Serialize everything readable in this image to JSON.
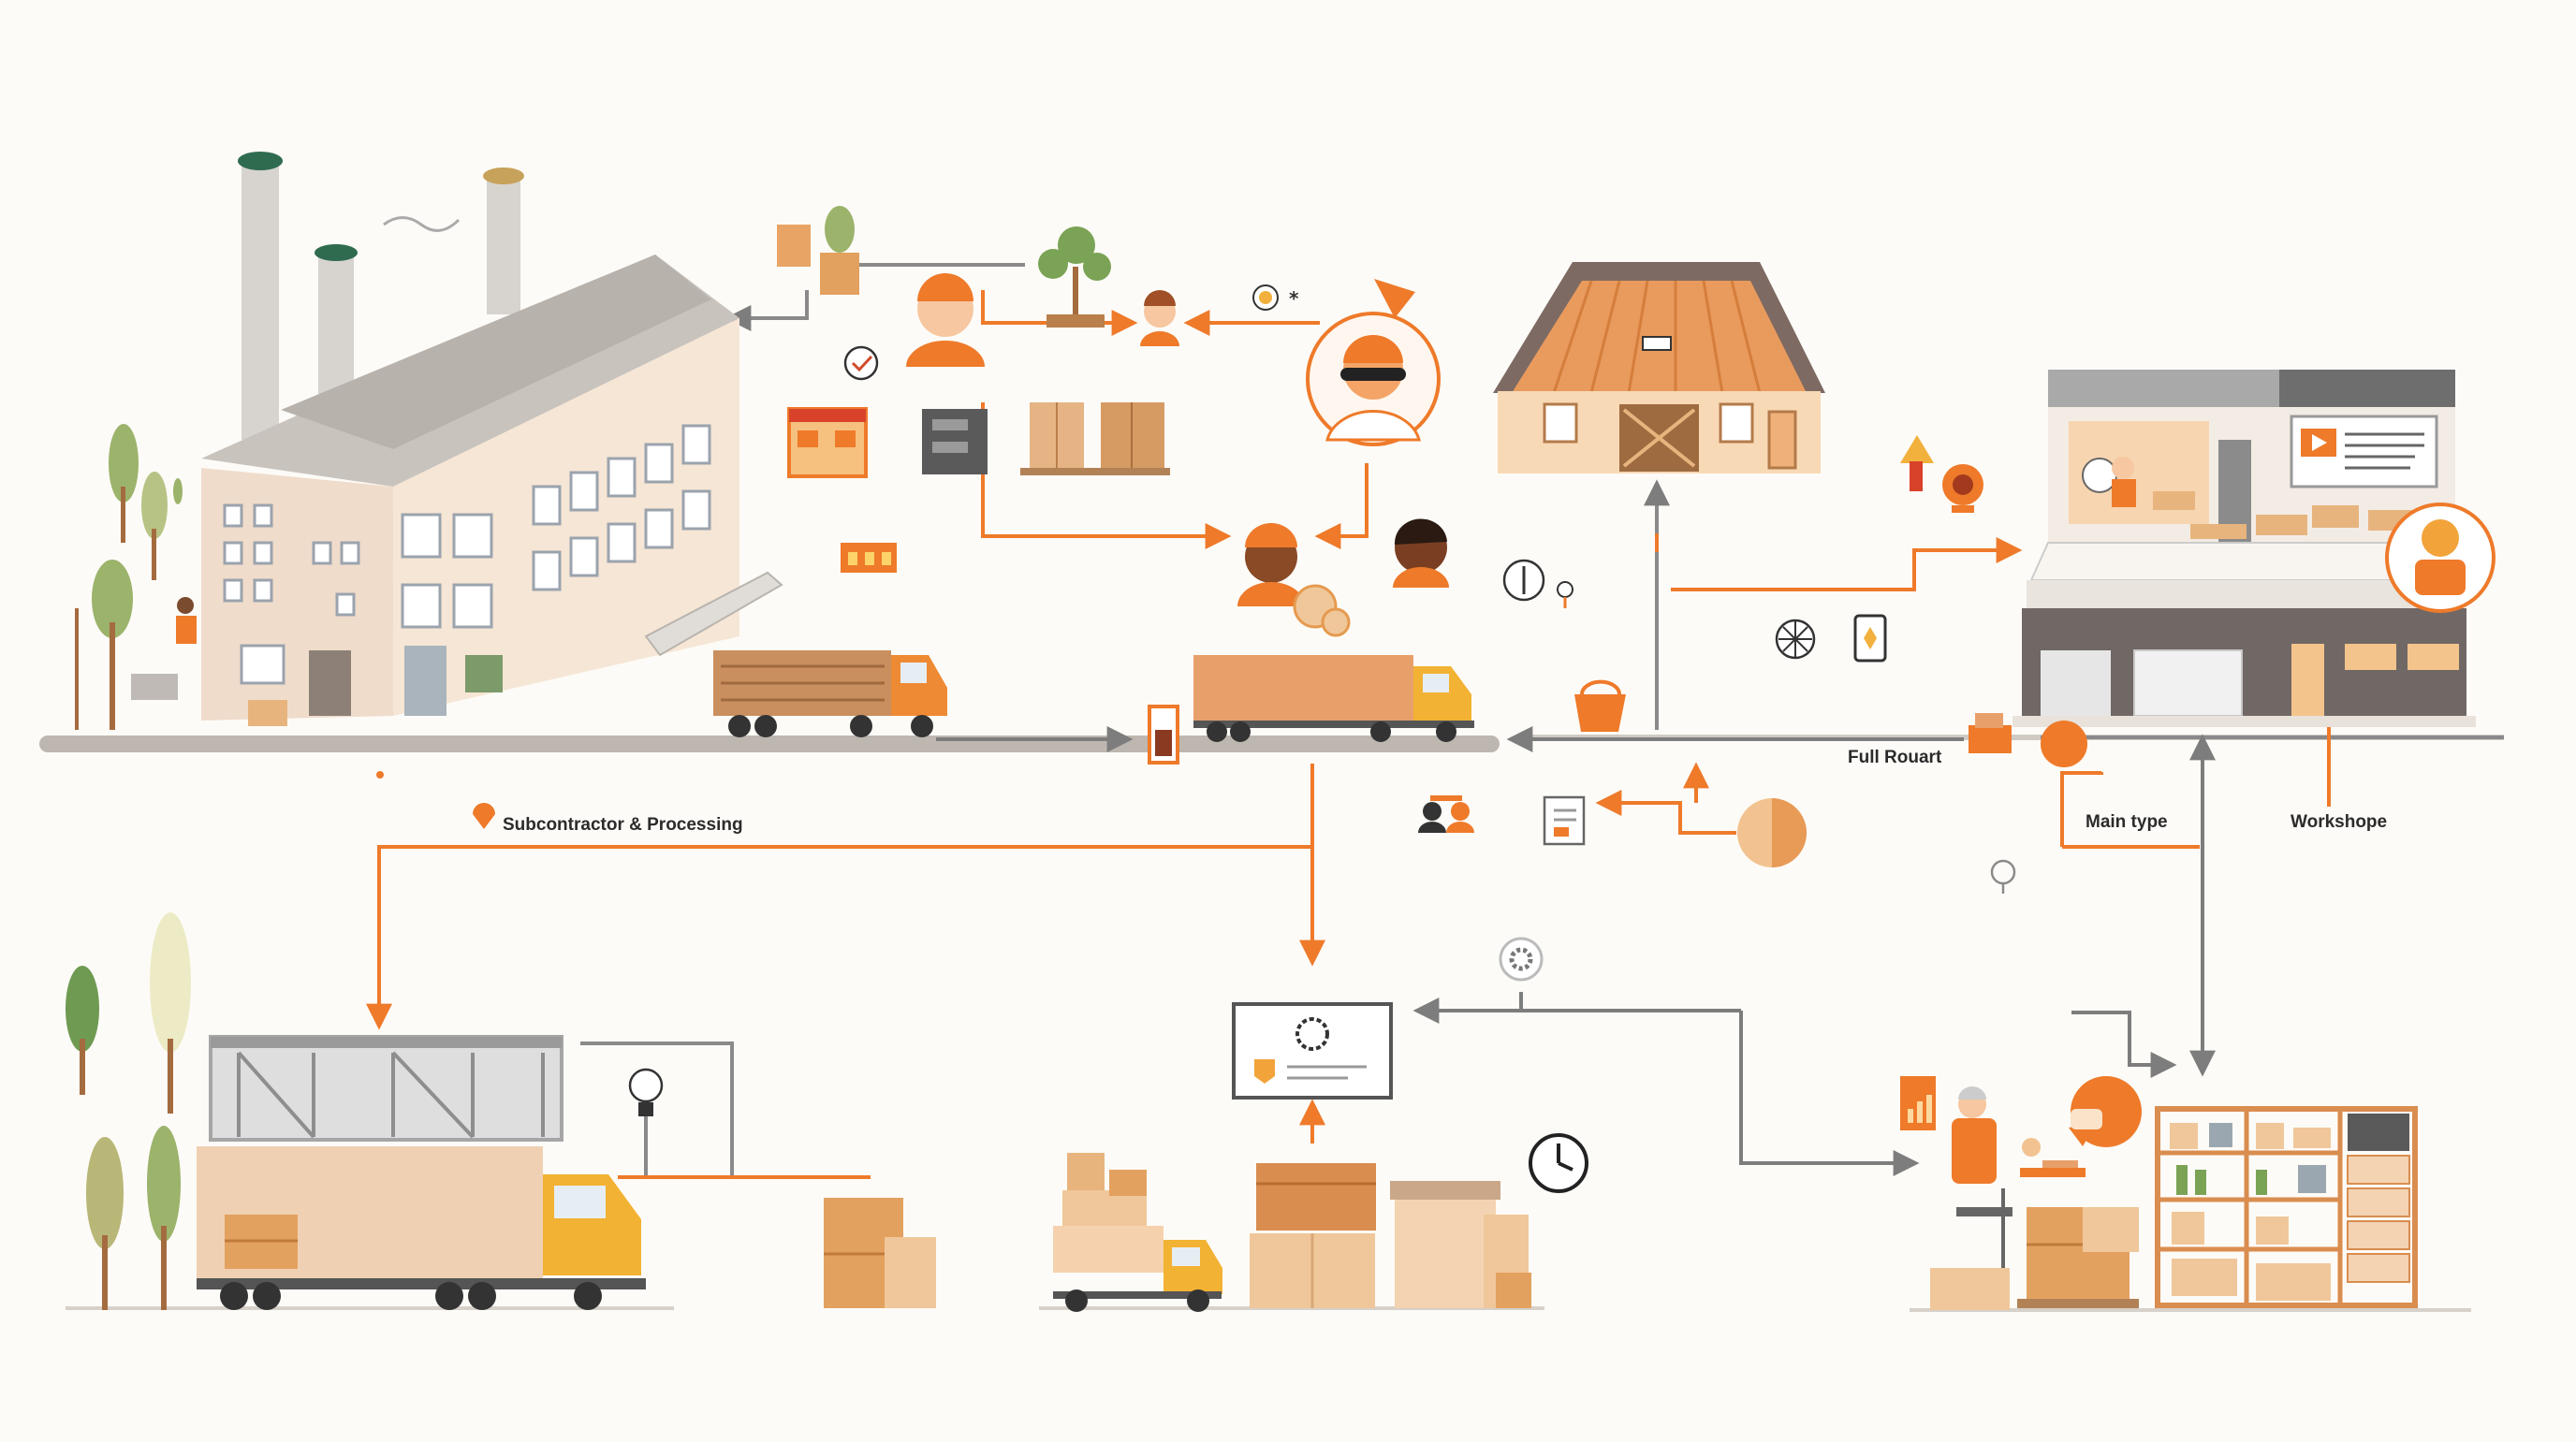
{
  "labels": {
    "subcontractor": "Subcontractor & Processing",
    "full_route": "Full Rouart",
    "main_type": "Main type",
    "workshop": "Workshope"
  },
  "colors": {
    "background": "#fdfbf7",
    "accent": "#ee7a2a",
    "connector_gray": "#8a8a8a",
    "box": "#e8b47e",
    "building": "#f1ddc7",
    "tree": "#9cb36b"
  },
  "icons": [
    "factory",
    "truck",
    "warehouse",
    "house",
    "workshop-building",
    "person",
    "plant",
    "crate",
    "checkmark-icon",
    "clock-icon",
    "gear-icon",
    "lightbulb-icon",
    "document-icon",
    "phone-icon",
    "globe-icon",
    "pie-icon",
    "certificate-icon",
    "shelving-unit",
    "worker"
  ]
}
